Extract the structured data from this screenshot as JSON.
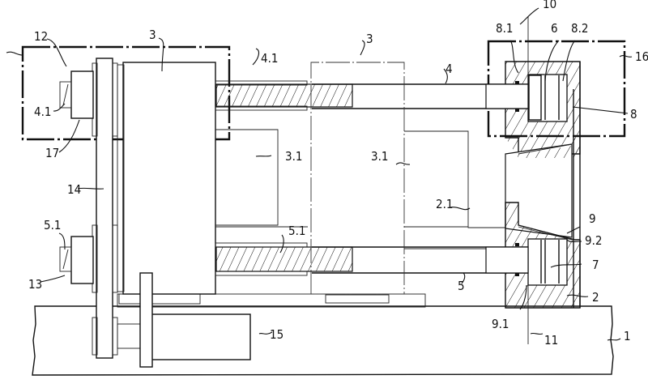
{
  "diagram": {
    "type": "patent-technical-drawing",
    "labels": {
      "l1": "1",
      "l2": "2",
      "l2_1": "2.1",
      "l3a": "3",
      "l3b": "3",
      "l3_1a": "3.1",
      "l3_1b": "3.1",
      "l4": "4",
      "l4_1a": "4.1",
      "l4_1b": "4.1",
      "l5": "5",
      "l5_1a": "5.1",
      "l5_1b": "5.1",
      "l6": "6",
      "l7": "7",
      "l8": "8",
      "l8_1": "8.1",
      "l8_2": "8.2",
      "l9": "9",
      "l9_1": "9.1",
      "l9_2": "9.2",
      "l10": "10",
      "l11": "11",
      "l12": "12",
      "l13": "13",
      "l14": "14",
      "l15": "15",
      "l16": "16",
      "l17": "17"
    },
    "colors": {
      "ink": "#111111",
      "paper": "#ffffff"
    }
  }
}
